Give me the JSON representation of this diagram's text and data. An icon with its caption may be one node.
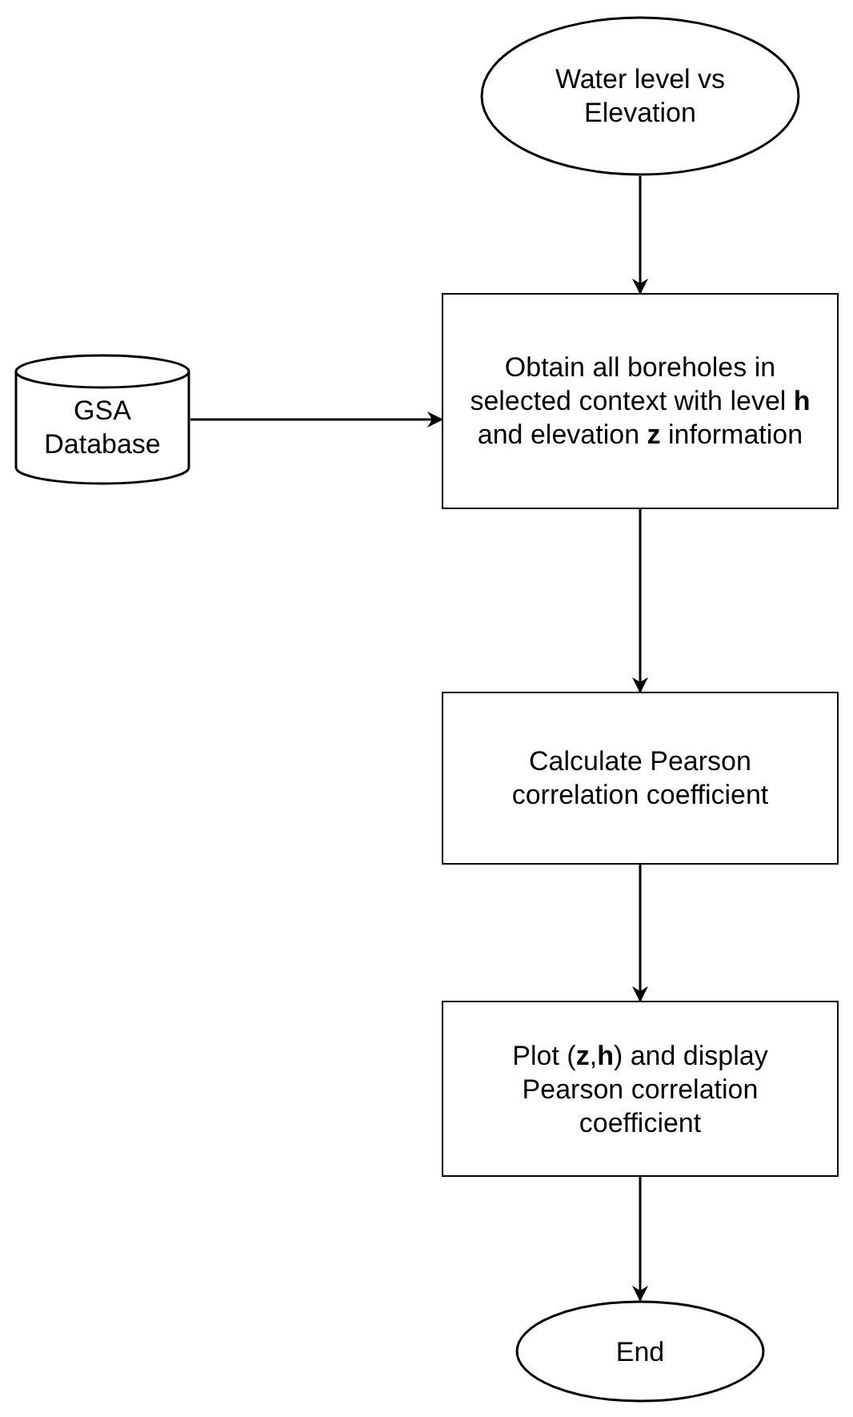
{
  "diagram": {
    "nodes": [
      {
        "text": [
          "Water level vs Elevation"
        ]
      },
      {
        "text": [
          "GSA Database"
        ]
      },
      {
        "text": [
          "Obtain all boreholes in selected context with level **h** and elevation **z** information"
        ]
      },
      {
        "text": [
          "Calculate Pearson correlation coefficient"
        ]
      },
      {
        "text": [
          "Plot (**z**,**h**) and display Pearson correlation coefficient"
        ]
      },
      {
        "text": [
          "End"
        ]
      }
    ],
    "edges": [
      {
        "from": 0,
        "to": 2,
        "arrow": "to"
      },
      {
        "from": 1,
        "to": 2,
        "arrow": "to"
      },
      {
        "from": 2,
        "to": 3,
        "arrow": "to"
      },
      {
        "from": 3,
        "to": 4,
        "arrow": "to"
      },
      {
        "from": 4,
        "to": 5,
        "arrow": "to"
      }
    ]
  }
}
